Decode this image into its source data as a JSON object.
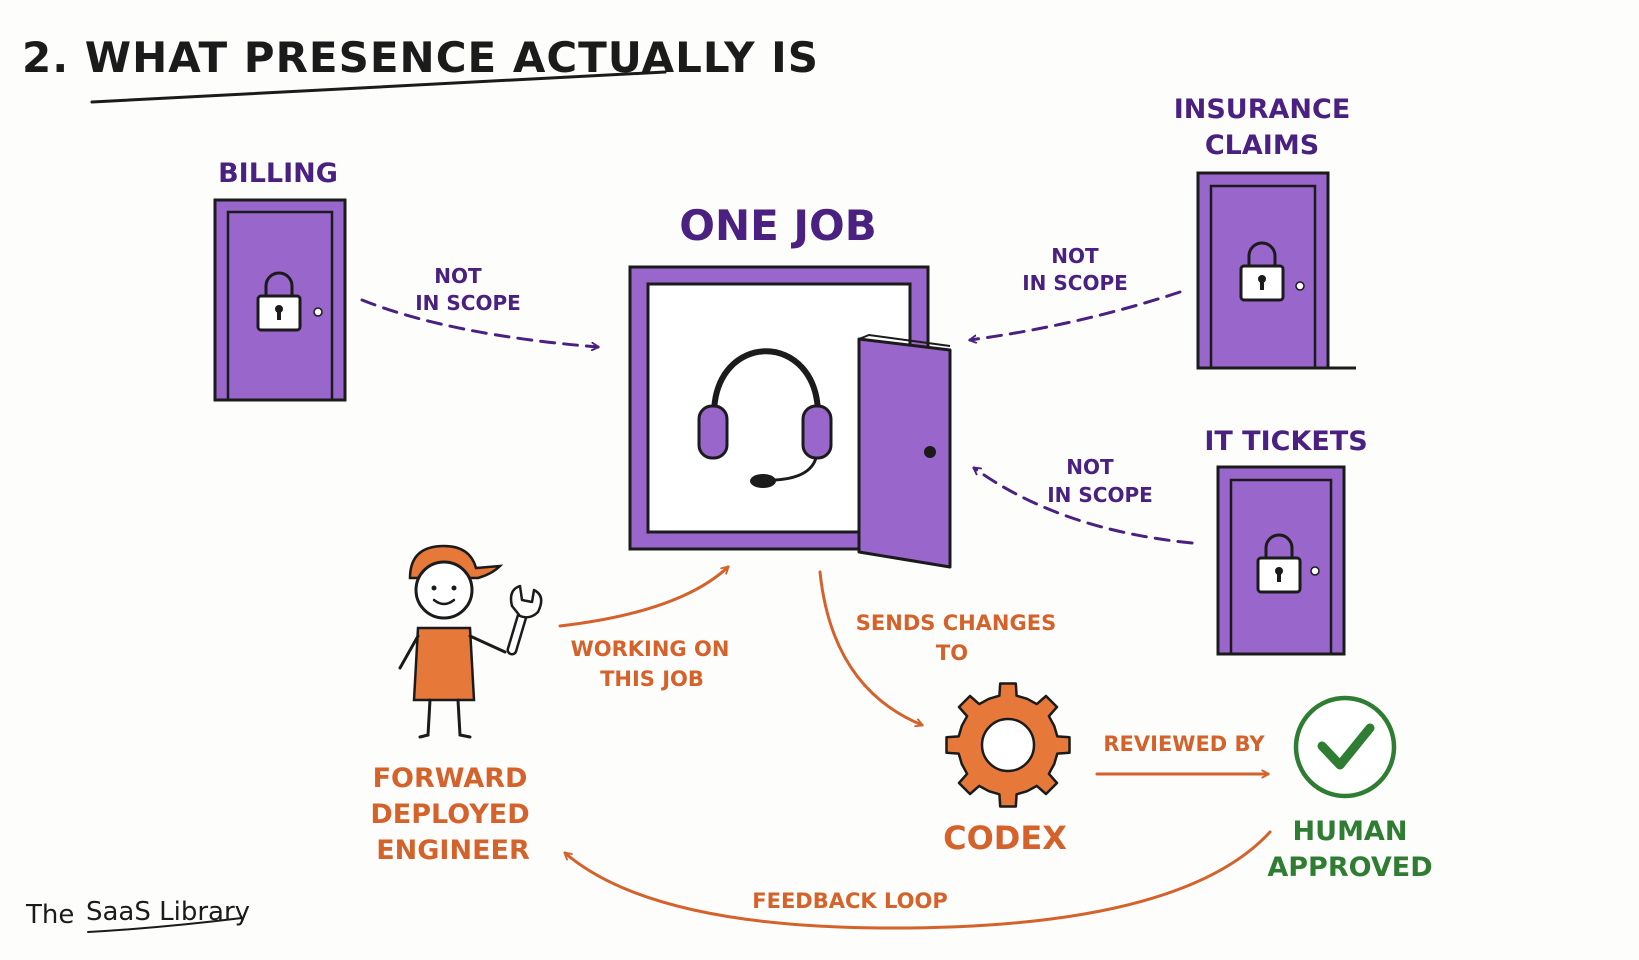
{
  "title": "2. WHAT PRESENCE ACTUALLY IS",
  "colors": {
    "ink": "#1b1b1b",
    "purple": "#9966cc",
    "purple_dark": "#4a2080",
    "orange": "#d4622a",
    "orange_fill": "#e6793a",
    "green": "#2e7d32"
  },
  "doors": {
    "billing": {
      "label": "BILLING"
    },
    "insurance": {
      "label_line1": "INSURANCE",
      "label_line2": "CLAIMS"
    },
    "it_tickets": {
      "label": "IT TICKETS"
    }
  },
  "one_job": {
    "label": "ONE JOB",
    "icon": "headset-icon"
  },
  "scope_notes": {
    "billing": {
      "line1": "NOT",
      "line2": "IN SCOPE"
    },
    "insurance": {
      "line1": "NOT",
      "line2": "IN SCOPE"
    },
    "it_tickets": {
      "line1": "NOT",
      "line2": "IN SCOPE"
    }
  },
  "engineer": {
    "label_line1": "FORWARD",
    "label_line2": "DEPLOYED",
    "label_line3": "ENGINEER",
    "icon": "wrench-icon"
  },
  "flows": {
    "working": {
      "line1": "WORKING ON",
      "line2": "THIS JOB"
    },
    "sends": {
      "line1": "SENDS CHANGES",
      "line2": "TO"
    },
    "reviewed": {
      "label": "REVIEWED BY"
    },
    "feedback": {
      "label": "FEEDBACK LOOP"
    }
  },
  "codex": {
    "label": "CODEX",
    "icon": "gear-icon"
  },
  "approval": {
    "line1": "HUMAN",
    "line2": "APPROVED",
    "icon": "checkmark-icon"
  },
  "brand": {
    "the": "The",
    "name": "SaaS Library"
  }
}
